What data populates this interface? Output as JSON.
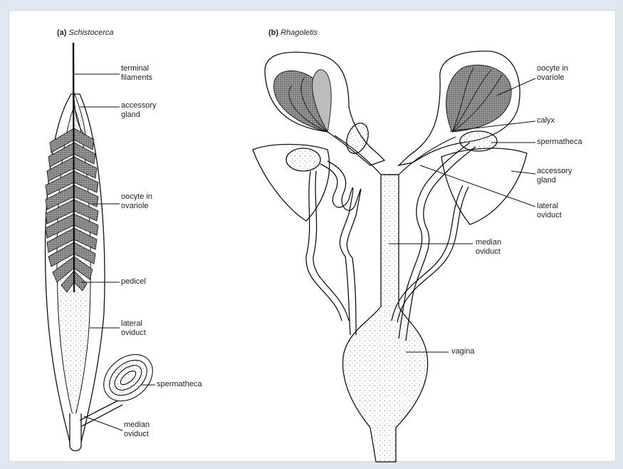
{
  "panels": {
    "a": {
      "letter": "(a)",
      "species": "Schistocerca"
    },
    "b": {
      "letter": "(b)",
      "species": "Rhagoletis"
    }
  },
  "labels_a": {
    "terminal_filaments": "terminal\nfilaments",
    "accessory_gland": "accessory\ngland",
    "oocyte_in_ovariole": "oocyte in\novariole",
    "pedicel": "pedicel",
    "lateral_oviduct": "lateral\noviduct",
    "spermatheca": "spermatheca",
    "median_oviduct": "median\noviduct"
  },
  "labels_b": {
    "oocyte_in_ovariole": "oocyte in\novariole",
    "calyx": "calyx",
    "spermatheca": "spermatheca",
    "accessory_gland": "accessory\ngland",
    "lateral_oviduct": "lateral\noviduct",
    "median_oviduct": "median\noviduct",
    "vagina": "vagina"
  }
}
